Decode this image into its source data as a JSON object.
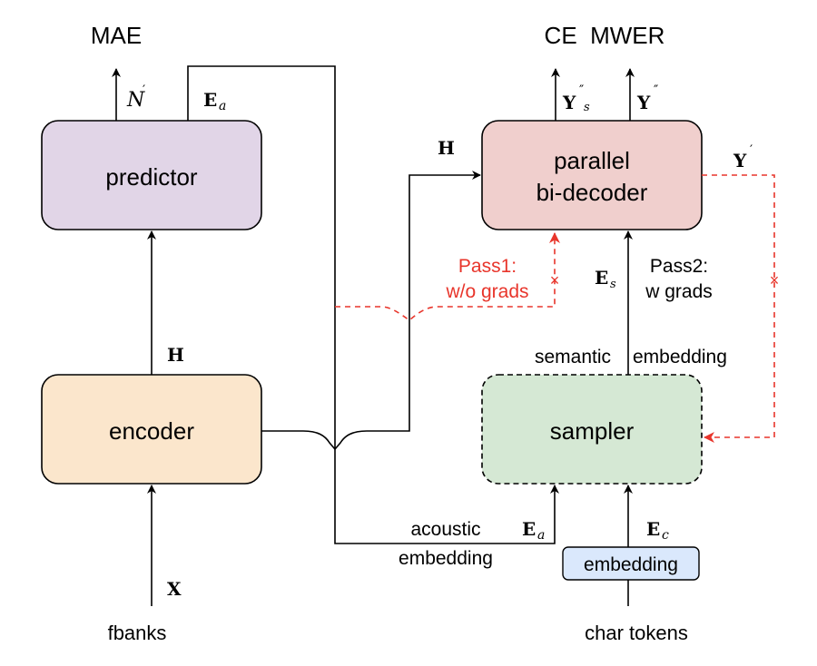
{
  "colors": {
    "predictor_fill": "#e1d5e7",
    "decoder_fill": "#f0cfcd",
    "encoder_fill": "#fbe6cc",
    "sampler_fill": "#d5e8d4",
    "embedding_fill": "#dae8fc",
    "stroke": "#000000",
    "gradient_path": "#e8352b"
  },
  "blocks": {
    "predictor": "predictor",
    "decoder_line1": "parallel",
    "decoder_line2": "bi-decoder",
    "encoder": "encoder",
    "sampler": "sampler",
    "embedding": "embedding"
  },
  "losses": {
    "mae": "MAE",
    "ce_mwer": "CE  MWER"
  },
  "inputs": {
    "fbanks": "fbanks",
    "char_tokens": "char tokens"
  },
  "symbols": {
    "n_prime": "N",
    "prime": "′",
    "double_prime": "″",
    "E": "E",
    "a": "a",
    "s": "s",
    "c": "c",
    "H": "H",
    "X": "X",
    "Y": "Y"
  },
  "annotations": {
    "pass1_line1": "Pass1:",
    "pass1_line2": "w/o grads",
    "pass2_line1": "Pass2:",
    "pass2_line2": "w grads",
    "semantic": "semantic",
    "embedding_word": "embedding",
    "acoustic": "acoustic",
    "acoustic_embedding": "embedding",
    "cut_mark": "×"
  }
}
